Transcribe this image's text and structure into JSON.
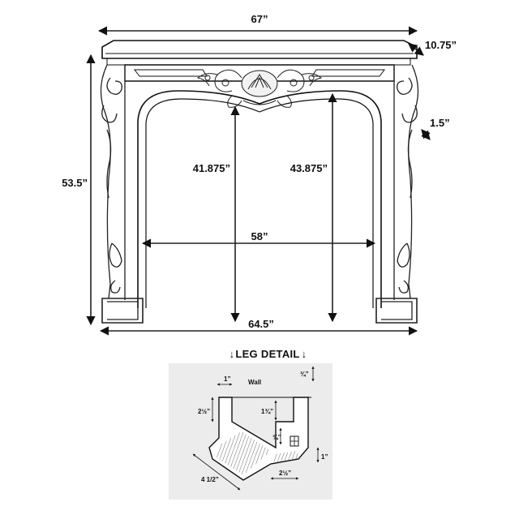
{
  "mantel": {
    "overall_width": "67”",
    "shelf_depth": "10.75”",
    "leg_depth": "1.5”",
    "overall_height": "53.5”",
    "opening_height_left": "41.875”",
    "opening_height_right": "43.875”",
    "opening_width": "58”",
    "leg_span": "64.5”"
  },
  "leg_detail": {
    "title": "LEG DETAIL",
    "wall_label": "Wall",
    "dim_top": "1”",
    "dim_left": "2½”",
    "dim_center": "1¾”",
    "dim_right_top": "¾”",
    "dim_inner": "¾”",
    "dim_bottom_right": "1”",
    "dim_bottom": "2½”",
    "dim_diagonal": "4 1/2”"
  }
}
